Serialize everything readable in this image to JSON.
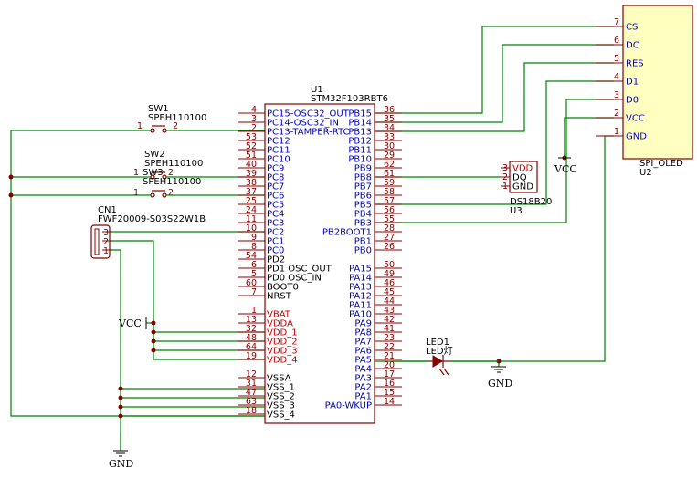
{
  "u1": {
    "ref": "U1",
    "value": "STM32F103RBT6",
    "left_pins": [
      {
        "num": "4",
        "name": "PC15-OSC32_OUT",
        "c": "blue"
      },
      {
        "num": "3",
        "name": "PC14-OSC32_IN",
        "c": "blue"
      },
      {
        "num": "2",
        "name": "PC13-TAMPER-RTC",
        "c": "blue"
      },
      {
        "num": "53",
        "name": "PC12",
        "c": "blue"
      },
      {
        "num": "52",
        "name": "PC11",
        "c": "blue"
      },
      {
        "num": "51",
        "name": "PC10",
        "c": "blue"
      },
      {
        "num": "40",
        "name": "PC9",
        "c": "blue"
      },
      {
        "num": "39",
        "name": "PC8",
        "c": "blue"
      },
      {
        "num": "38",
        "name": "PC7",
        "c": "blue"
      },
      {
        "num": "37",
        "name": "PC6",
        "c": "blue"
      },
      {
        "num": "25",
        "name": "PC5",
        "c": "blue"
      },
      {
        "num": "24",
        "name": "PC4",
        "c": "blue"
      },
      {
        "num": "11",
        "name": "PC3",
        "c": "blue"
      },
      {
        "num": "10",
        "name": "PC2",
        "c": "blue"
      },
      {
        "num": "9",
        "name": "PC1",
        "c": "blue"
      },
      {
        "num": "8",
        "name": "PC0",
        "c": "blue"
      },
      {
        "num": "54",
        "name": "PD2",
        "c": "black"
      },
      {
        "num": "6",
        "name": "PD1 OSC_OUT",
        "c": "black"
      },
      {
        "num": "5",
        "name": "PD0 OSC_IN",
        "c": "black"
      },
      {
        "num": "60",
        "name": "BOOT0",
        "c": "black"
      },
      {
        "num": "7",
        "name": "NRST",
        "c": "black"
      },
      {
        "num": "",
        "name": "",
        "c": "none"
      },
      {
        "num": "1",
        "name": "VBAT",
        "c": "red"
      },
      {
        "num": "13",
        "name": "VDDA",
        "c": "red"
      },
      {
        "num": "32",
        "name": "VDD_1",
        "c": "red"
      },
      {
        "num": "48",
        "name": "VDD_2",
        "c": "red"
      },
      {
        "num": "64",
        "name": "VDD_3",
        "c": "red"
      },
      {
        "num": "19",
        "name": "VDD_4",
        "c": "red"
      },
      {
        "num": "",
        "name": "",
        "c": "none"
      },
      {
        "num": "12",
        "name": "VSSA",
        "c": "black"
      },
      {
        "num": "31",
        "name": "VSS_1",
        "c": "black"
      },
      {
        "num": "47",
        "name": "VSS_2",
        "c": "black"
      },
      {
        "num": "63",
        "name": "VSS_3",
        "c": "black"
      },
      {
        "num": "18",
        "name": "VSS_4",
        "c": "black"
      }
    ],
    "right_pins": [
      {
        "num": "36",
        "name": "PB15"
      },
      {
        "num": "35",
        "name": "PB14"
      },
      {
        "num": "34",
        "name": "PB13"
      },
      {
        "num": "33",
        "name": "PB12"
      },
      {
        "num": "30",
        "name": "PB11"
      },
      {
        "num": "29",
        "name": "PB10"
      },
      {
        "num": "62",
        "name": "PB9"
      },
      {
        "num": "61",
        "name": "PB8"
      },
      {
        "num": "59",
        "name": "PB7"
      },
      {
        "num": "58",
        "name": "PB6"
      },
      {
        "num": "57",
        "name": "PB5"
      },
      {
        "num": "56",
        "name": "PB4"
      },
      {
        "num": "55",
        "name": "PB3"
      },
      {
        "num": "28",
        "name": "PB2BOOT1"
      },
      {
        "num": "27",
        "name": "PB1"
      },
      {
        "num": "26",
        "name": "PB0"
      },
      {
        "num": "",
        "name": ""
      },
      {
        "num": "50",
        "name": "PA15"
      },
      {
        "num": "49",
        "name": "PA14"
      },
      {
        "num": "46",
        "name": "PA13"
      },
      {
        "num": "45",
        "name": "PA12"
      },
      {
        "num": "44",
        "name": "PA11"
      },
      {
        "num": "43",
        "name": "PA10"
      },
      {
        "num": "42",
        "name": "PA9"
      },
      {
        "num": "41",
        "name": "PA8"
      },
      {
        "num": "23",
        "name": "PA7"
      },
      {
        "num": "22",
        "name": "PA6"
      },
      {
        "num": "21",
        "name": "PA5"
      },
      {
        "num": "20",
        "name": "PA4"
      },
      {
        "num": "17",
        "name": "PA3"
      },
      {
        "num": "16",
        "name": "PA2"
      },
      {
        "num": "15",
        "name": "PA1"
      },
      {
        "num": "14",
        "name": "PA0-WKUP"
      }
    ]
  },
  "u2": {
    "ref": "U2",
    "value": "SPI_OLED",
    "fill": "#ffffc0",
    "pins": [
      {
        "num": "7",
        "name": "CS"
      },
      {
        "num": "6",
        "name": "DC"
      },
      {
        "num": "5",
        "name": "RES"
      },
      {
        "num": "4",
        "name": "D1"
      },
      {
        "num": "3",
        "name": "D0"
      },
      {
        "num": "2",
        "name": "VCC"
      },
      {
        "num": "1",
        "name": "GND"
      }
    ]
  },
  "u3": {
    "ref": "U3",
    "value": "DS18B20",
    "pins": [
      {
        "num": "3",
        "name": "VDD",
        "c": "red"
      },
      {
        "num": "2",
        "name": "DQ",
        "c": "black"
      },
      {
        "num": "1",
        "name": "GND",
        "c": "black"
      }
    ]
  },
  "sw1": {
    "ref": "SW1",
    "value": "SPEH110100",
    "p1": "1",
    "p2": "2"
  },
  "sw2": {
    "ref": "SW2",
    "value": "SPEH110100",
    "p1": "1",
    "p2": "2"
  },
  "sw3": {
    "ref": "SW3",
    "value": "SPEH110100",
    "p1": "1",
    "p2": "2"
  },
  "cn1": {
    "ref": "CN1",
    "value": "FWF20009-S03S22W1B",
    "pins": [
      "3",
      "2",
      "1"
    ]
  },
  "led1": {
    "ref": "LED1",
    "value": "LED灯"
  },
  "power": {
    "vcc_main": "VCC",
    "vcc_u3": "VCC",
    "gnd_main": "GND",
    "gnd_led": "GND"
  },
  "colors": {
    "wire": "#008400",
    "component": "#840000",
    "pin_name_blue": "#0000c8",
    "pin_name_red": "#c80000",
    "oled_fill": "#ffffc0"
  }
}
